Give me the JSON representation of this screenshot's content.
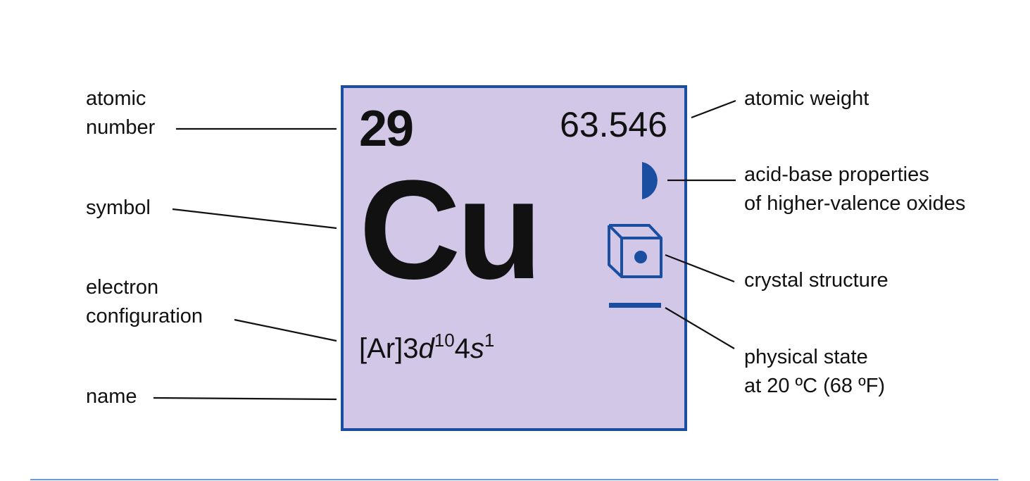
{
  "element": {
    "atomic_number": "29",
    "atomic_weight": "63.546",
    "symbol": "Cu",
    "config_core": "[Ar]3",
    "config_d": "d",
    "config_d_exp": "10",
    "config_4": "4",
    "config_s": "s",
    "config_s_exp": "1"
  },
  "labels": {
    "atomic_number_1": "atomic",
    "atomic_number_2": "number",
    "symbol": "symbol",
    "electron_config_1": "electron",
    "electron_config_2": "configuration",
    "name": "name",
    "atomic_weight": "atomic weight",
    "acid_base_1": "acid-base properties",
    "acid_base_2": "of higher-valence oxides",
    "crystal": "crystal structure",
    "state_1": "physical state",
    "state_2": "at 20 ºC (68 ºF)"
  },
  "colors": {
    "tile_fill": "#d3c7e8",
    "accent": "#1a4ea0",
    "rule": "#6a9ad8"
  }
}
